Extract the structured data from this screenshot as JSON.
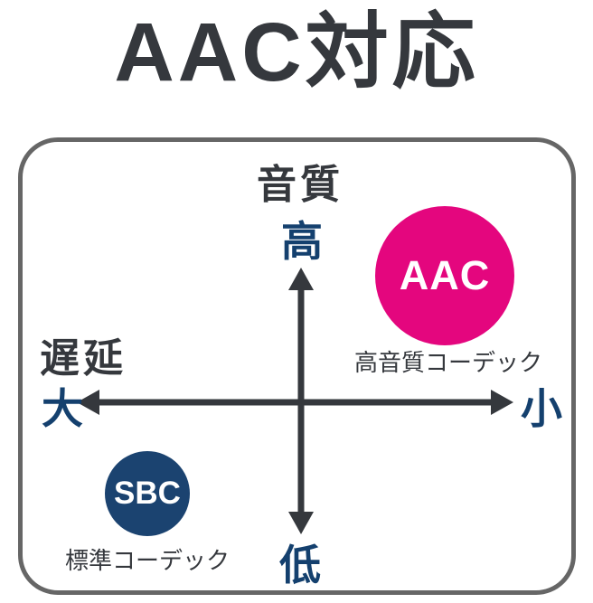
{
  "title": "AAC対応",
  "panel": {
    "axes": {
      "vertical": {
        "label": "音質",
        "positive": "高",
        "negative": "低"
      },
      "horizontal": {
        "label": "遅延",
        "negative": "大",
        "positive": "小"
      }
    },
    "codecs": [
      {
        "name": "AAC",
        "caption": "高音質コーデック",
        "color": "#e4067e",
        "quadrant": "top-right"
      },
      {
        "name": "SBC",
        "caption": "標準コーデック",
        "color": "#1b4370",
        "quadrant": "bottom-left"
      }
    ]
  },
  "colors": {
    "text_dark": "#35383d",
    "text_navy": "#14406e",
    "aac_pink": "#e4067e",
    "sbc_navy": "#1b4370",
    "panel_border": "#666666",
    "axis_stroke": "#35383d"
  }
}
